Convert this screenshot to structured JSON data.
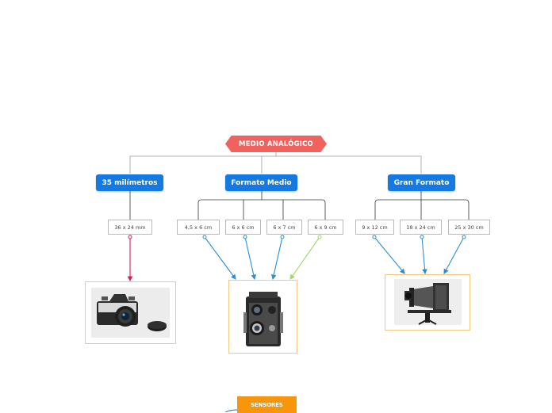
{
  "root": {
    "label": "MEDIO ANALÓGICO"
  },
  "categories": [
    {
      "label": "35 milímetros"
    },
    {
      "label": "Formato Medio"
    },
    {
      "label": "Gran Formato"
    }
  ],
  "formats": [
    {
      "label": "36 x 24 mm"
    },
    {
      "label": "4,5 x 6 cm"
    },
    {
      "label": "6 x 6 cm"
    },
    {
      "label": "6 x 7 cm"
    },
    {
      "label": "6 x 9 cm"
    },
    {
      "label": "9 x 12 cm"
    },
    {
      "label": "18 x 24 cm"
    },
    {
      "label": "25 x 30 cm"
    }
  ],
  "images": [
    {
      "icon": "35mm-slr-camera-icon"
    },
    {
      "icon": "twin-lens-reflex-camera-icon"
    },
    {
      "icon": "large-format-view-camera-icon"
    }
  ],
  "footer_node": {
    "label": "SENSORES"
  },
  "colors": {
    "root": "#f0625d",
    "category": "#1479e0",
    "sensores": "#f7950b",
    "arrow_pink": "#d81b60",
    "arrow_blue": "#2b8fd6",
    "arrow_green": "#a6d66a",
    "connector": "#9e9e9e",
    "image_border": "#f5c781"
  }
}
